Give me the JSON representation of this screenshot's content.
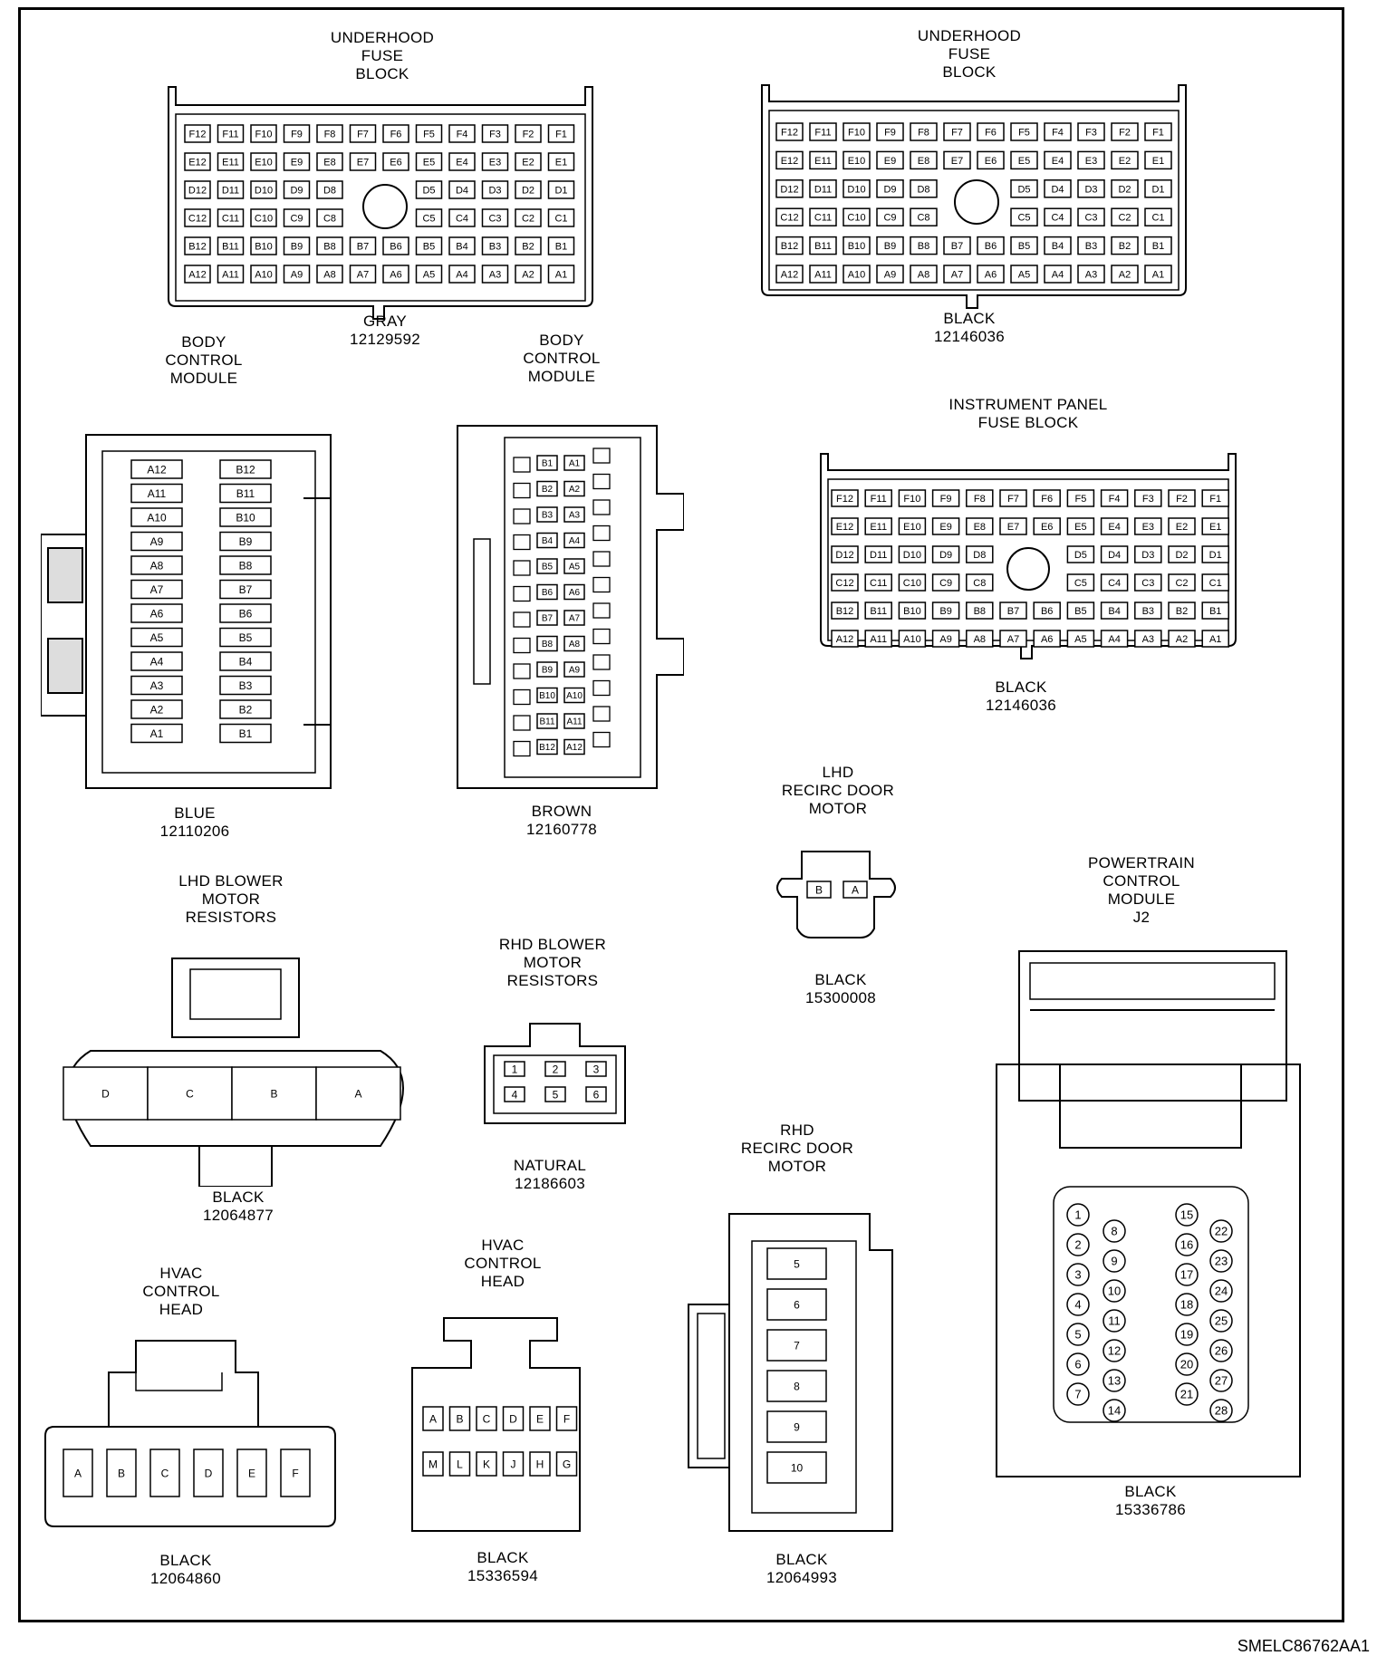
{
  "connectors": {
    "ufb_gray": {
      "title": [
        "UNDERHOOD",
        "FUSE",
        "BLOCK"
      ],
      "color": "GRAY",
      "part": "12129592"
    },
    "ufb_black": {
      "title": [
        "UNDERHOOD",
        "FUSE",
        "BLOCK"
      ],
      "color": "BLACK",
      "part": "12146036"
    },
    "bcm_blue": {
      "title": [
        "BODY",
        "CONTROL",
        "MODULE"
      ],
      "color": "BLUE",
      "part": "12110206"
    },
    "bcm_brown": {
      "title": [
        "BODY",
        "CONTROL",
        "MODULE"
      ],
      "color": "BROWN",
      "part": "12160778"
    },
    "ipfb": {
      "title": [
        "INSTRUMENT PANEL",
        "FUSE BLOCK"
      ],
      "color": "BLACK",
      "part": "12146036"
    },
    "lhd_recirc": {
      "title": [
        "LHD",
        "RECIRC DOOR",
        "MOTOR"
      ],
      "color": "BLACK",
      "part": "15300008"
    },
    "lhd_blower": {
      "title": [
        "LHD BLOWER",
        "MOTOR",
        "RESISTORS"
      ],
      "color": "BLACK",
      "part": "12064877"
    },
    "rhd_blower": {
      "title": [
        "RHD BLOWER",
        "MOTOR",
        "RESISTORS"
      ],
      "color": "NATURAL",
      "part": "12186603"
    },
    "pcm_j2": {
      "title": [
        "POWERTRAIN",
        "CONTROL",
        "MODULE",
        "J2"
      ],
      "color": "BLACK",
      "part": "15336786"
    },
    "rhd_recirc": {
      "title": [
        "RHD",
        "RECIRC DOOR",
        "MOTOR"
      ],
      "color": "BLACK",
      "part": "12064993"
    },
    "hvac1": {
      "title": [
        "HVAC",
        "CONTROL",
        "HEAD"
      ],
      "color": "BLACK",
      "part": "12064860"
    },
    "hvac2": {
      "title": [
        "HVAC",
        "CONTROL",
        "HEAD"
      ],
      "color": "BLACK",
      "part": "15336594"
    }
  },
  "fuse_grid": {
    "rows": [
      [
        "F12",
        "F11",
        "F10",
        "F9",
        "F8",
        "F7",
        "F6",
        "F5",
        "F4",
        "F3",
        "F2",
        "F1"
      ],
      [
        "E12",
        "E11",
        "E10",
        "E9",
        "E8",
        "E7",
        "E6",
        "E5",
        "E4",
        "E3",
        "E2",
        "E1"
      ],
      [
        "D12",
        "D11",
        "D10",
        "D9",
        "D8",
        "",
        "",
        "D5",
        "D4",
        "D3",
        "D2",
        "D1"
      ],
      [
        "C12",
        "C11",
        "C10",
        "C9",
        "C8",
        "",
        "",
        "C5",
        "C4",
        "C3",
        "C2",
        "C1"
      ],
      [
        "B12",
        "B11",
        "B10",
        "B9",
        "B8",
        "B7",
        "B6",
        "B5",
        "B4",
        "B3",
        "B2",
        "B1"
      ],
      [
        "A12",
        "A11",
        "A10",
        "A9",
        "A8",
        "A7",
        "A6",
        "A5",
        "A4",
        "A3",
        "A2",
        "A1"
      ]
    ]
  },
  "bcm_blue_pins": {
    "a": [
      "A12",
      "A11",
      "A10",
      "A9",
      "A8",
      "A7",
      "A6",
      "A5",
      "A4",
      "A3",
      "A2",
      "A1"
    ],
    "b": [
      "B12",
      "B11",
      "B10",
      "B9",
      "B8",
      "B7",
      "B6",
      "B5",
      "B4",
      "B3",
      "B2",
      "B1"
    ]
  },
  "bcm_brown_pins": {
    "b": [
      "B1",
      "B2",
      "B3",
      "B4",
      "B5",
      "B6",
      "B7",
      "B8",
      "B9",
      "B10",
      "B11",
      "B12"
    ],
    "a": [
      "A1",
      "A2",
      "A3",
      "A4",
      "A5",
      "A6",
      "A7",
      "A8",
      "A9",
      "A10",
      "A11",
      "A12"
    ]
  },
  "lhd_recirc_pins": [
    "B",
    "A"
  ],
  "lhd_blower_pins": [
    "D",
    "C",
    "B",
    "A"
  ],
  "rhd_blower_pins": {
    "top": [
      "1",
      "2",
      "3"
    ],
    "bottom": [
      "4",
      "5",
      "6"
    ]
  },
  "rhd_recirc_pins": [
    "5",
    "6",
    "7",
    "8",
    "9",
    "10"
  ],
  "hvac1_pins": [
    "A",
    "B",
    "C",
    "D",
    "E",
    "F"
  ],
  "hvac2_pins": {
    "top": [
      "A",
      "B",
      "C",
      "D",
      "E",
      "F"
    ],
    "bottom": [
      "M",
      "L",
      "K",
      "J",
      "H",
      "G"
    ]
  },
  "pcm_pins": {
    "col1": [
      "1",
      "2",
      "3",
      "4",
      "5",
      "6",
      "7"
    ],
    "col2": [
      "8",
      "9",
      "10",
      "11",
      "12",
      "13",
      "14"
    ],
    "col3": [
      "15",
      "16",
      "17",
      "18",
      "19",
      "20",
      "21"
    ],
    "col4": [
      "22",
      "23",
      "24",
      "25",
      "26",
      "27",
      "28"
    ]
  },
  "reference_code": "SMELC86762AA1"
}
